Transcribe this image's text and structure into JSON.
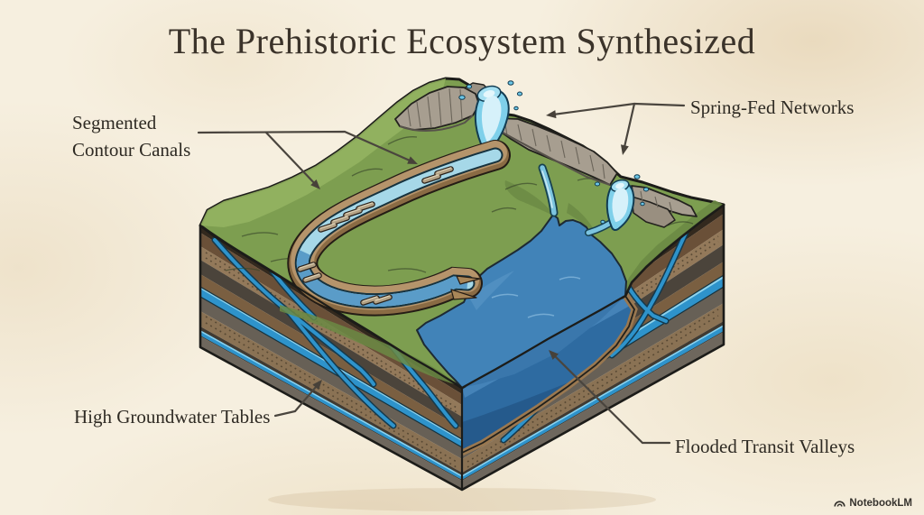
{
  "title": "The Prehistoric Ecosystem Synthesized",
  "labels": {
    "segmented_contour_canals": {
      "line1": "Segmented",
      "line2": "Contour Canals"
    },
    "spring_fed_networks": "Spring-Fed Networks",
    "high_groundwater_tables": "High Groundwater Tables",
    "flooded_transit_valleys": "Flooded Transit Valleys"
  },
  "watermark": {
    "brand": "NotebookLM",
    "logo_icon": "notebooklm-logo"
  },
  "scene": {
    "type": "isometric-cutaway-terrain-illustration",
    "features": [
      "mountain ridge with rocky cliffs",
      "two gushing springs with droplets",
      "s-shaped contour canal with segment gates",
      "flooded valley lake",
      "geological strata cross-section faces",
      "branching blue groundwater veins and aquifer bands"
    ]
  },
  "colors": {
    "background_parchment": "#f6efdf",
    "title_text": "#3b332a",
    "label_text": "#2e2a23",
    "leader_line": "#4a453e",
    "grass_green": "#7d9e50",
    "grass_light": "#93b261",
    "grass_dark": "#6b8a44",
    "cliff_gray": "#a79e90",
    "canal_bank_brown": "#a98658",
    "canal_water_light": "#a6d8e8",
    "canal_water_deep": "#5a9cc8",
    "lake_blue": "#4183b8",
    "deep_water": "#2e6ba1",
    "spring_water": "#7fd0ea",
    "groundwater_blue": "#2e93cb",
    "strata_brown": "#6a5038",
    "strata_sand": "#93795a",
    "strata_dark": "#4b443b",
    "outline_ink": "#1c1c19"
  }
}
